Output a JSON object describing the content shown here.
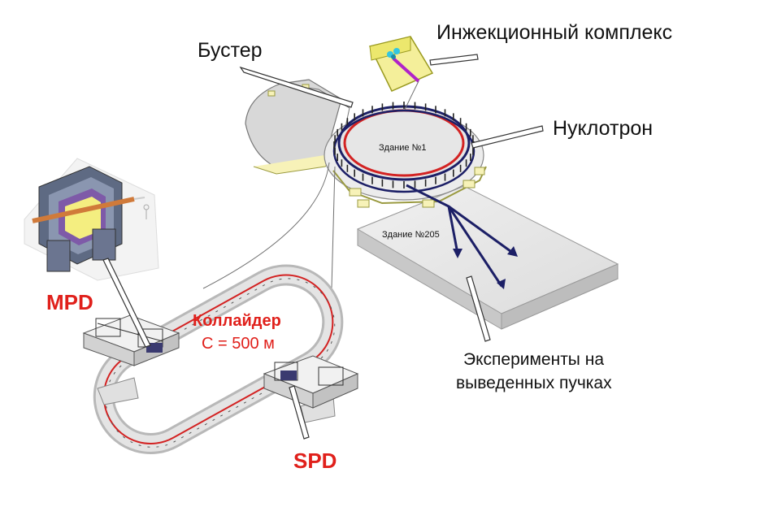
{
  "labels": {
    "injection": "Инжекционный комплекс",
    "booster": "Бустер",
    "nuclotron": "Нуклотрон",
    "building1": "Здание №1",
    "building205": "Здание №205",
    "mpd": "MPD",
    "collider": "Коллайдер",
    "circumference": "С = 500 м",
    "experiments_line1": "Эксперименты на",
    "experiments_line2": "выведенных пучках",
    "spd": "SPD"
  },
  "colors": {
    "highlight_label": "#e0201b",
    "beam_line": "#1c1f66",
    "ring_red": "#d32222",
    "building_fill": "#fbf7c4",
    "collider_tunnel": "#e4e4e4",
    "slab": "#e8e8e8"
  }
}
